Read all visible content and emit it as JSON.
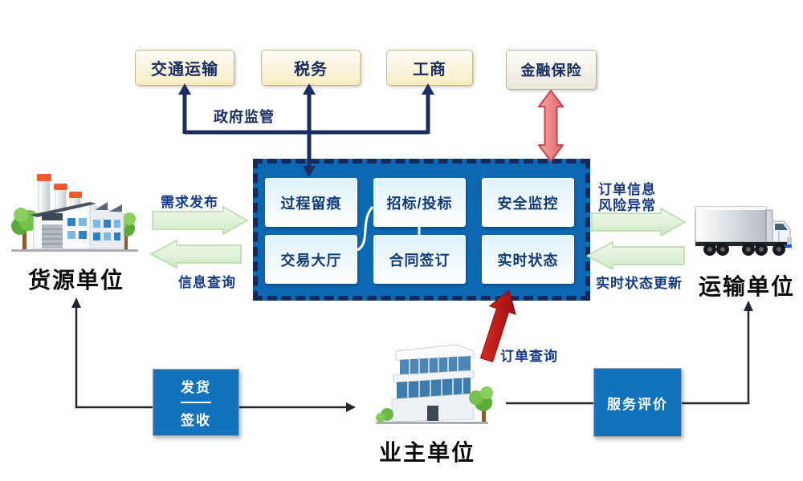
{
  "government": {
    "supervision_label": "政府监管",
    "agencies": [
      {
        "label": "交通运输"
      },
      {
        "label": "税务"
      },
      {
        "label": "工商"
      }
    ]
  },
  "finance_box": {
    "label": "金融保险"
  },
  "platform": {
    "modules": [
      {
        "label": "过程留痕"
      },
      {
        "label": "招标/投标"
      },
      {
        "label": "安全监控"
      },
      {
        "label": "交易大厅"
      },
      {
        "label": "合同签订"
      },
      {
        "label": "实时状态"
      }
    ]
  },
  "entities": {
    "cargo_source": {
      "label": "货源单位",
      "icon": "factory-icon"
    },
    "transporter": {
      "label": "运输单位",
      "icon": "truck-icon"
    },
    "owner": {
      "label": "业主单位",
      "icon": "office-building-icon"
    }
  },
  "flows": {
    "demand_publish": "需求发布",
    "info_query": "信息查询",
    "order_info": "订单信息",
    "risk_abnormal": "风险异常",
    "realtime_status_update": "实时状态更新",
    "order_query": "订单查询",
    "ship": "发货",
    "sign_receive": "签收",
    "service_evaluation": "服务评价"
  },
  "colors": {
    "navy_line": "#1a2d61",
    "platform_blue": "#0d68b3",
    "dashed_border": "#16295c",
    "action_blue": "#1273bc",
    "label_blue": "#163a86",
    "green_arrow": "#d5ecca",
    "red_arrow": "#c31a1a",
    "pink_double_arrow": "#ee8585",
    "black_flow_line": "#23272d",
    "gov_box_fill": "#f6ecc3"
  }
}
